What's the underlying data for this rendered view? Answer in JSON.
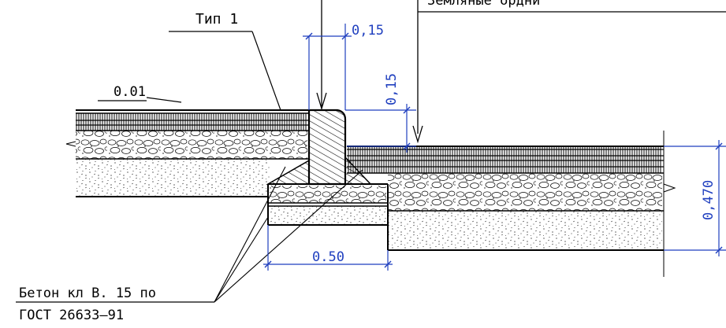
{
  "labels": {
    "top_right_note": "Земляные ордни",
    "tip": "Тип 1",
    "slope": "0.01",
    "concrete_line1": "Бетон кл В. 15 по",
    "concrete_line2": "ГОСТ 26633–91"
  },
  "dimensions": {
    "curb_width": "0,15",
    "curb_height": "0,15",
    "foundation_width": "0.50",
    "total_depth": "0,470"
  },
  "colors": {
    "linework": "#000000",
    "dimension": "#1f3fbf"
  }
}
